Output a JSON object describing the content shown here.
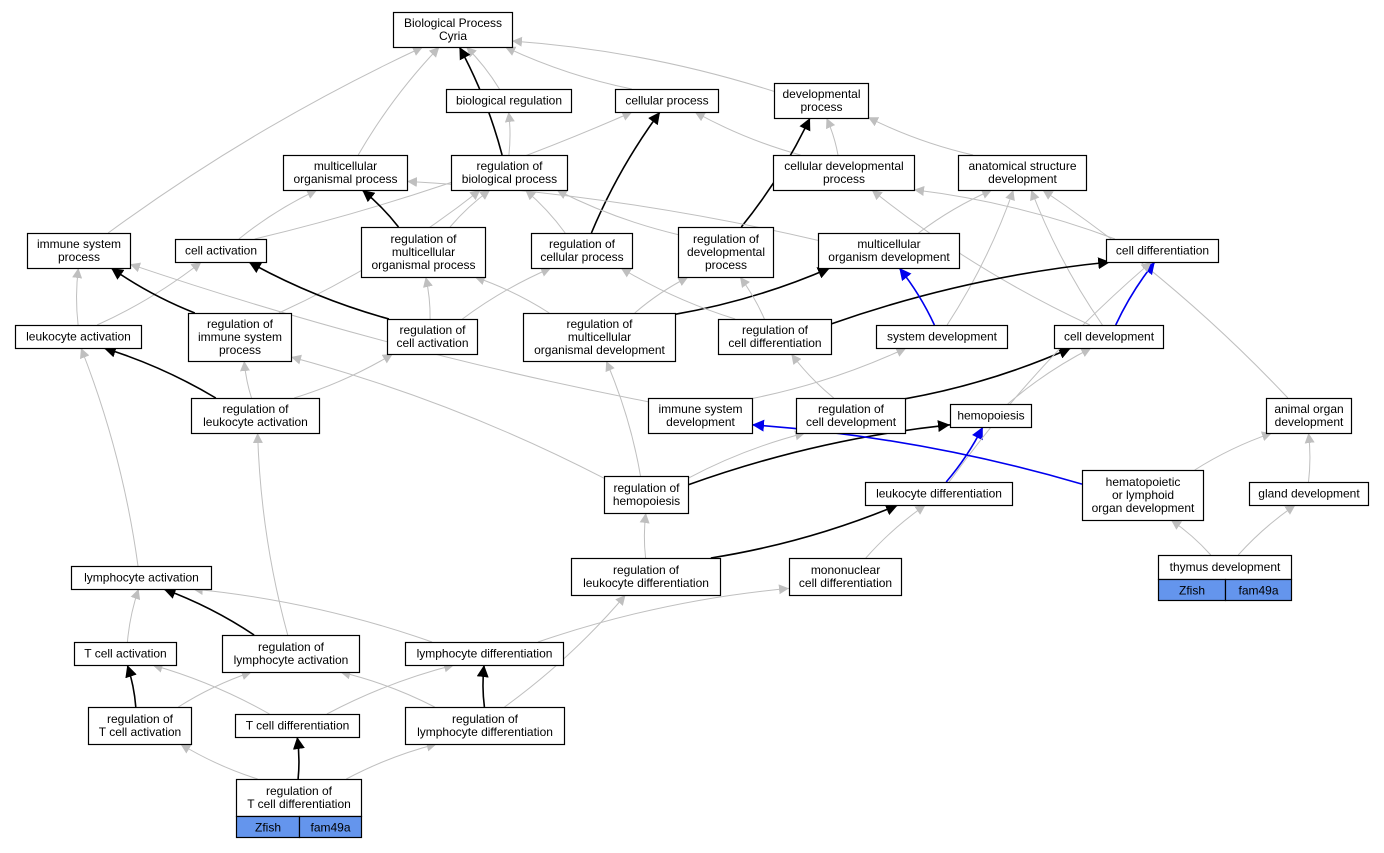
{
  "colors": {
    "gray_edge": "#bfbfbf",
    "black_edge": "#000000",
    "blue_edge": "#0000ee",
    "node_border": "#000000",
    "annotation_fill": "#6495ed"
  },
  "nodes": [
    {
      "id": "bp",
      "lines": [
        "Biological Process",
        "Cyria"
      ]
    },
    {
      "id": "bioreg",
      "lines": [
        "biological regulation"
      ]
    },
    {
      "id": "cellproc",
      "lines": [
        "cellular process"
      ]
    },
    {
      "id": "devproc",
      "lines": [
        "developmental",
        "process"
      ]
    },
    {
      "id": "mop",
      "lines": [
        "multicellular",
        "organismal process"
      ]
    },
    {
      "id": "regbp",
      "lines": [
        "regulation of",
        "biological process"
      ]
    },
    {
      "id": "celldevproc",
      "lines": [
        "cellular developmental",
        "process"
      ]
    },
    {
      "id": "asd",
      "lines": [
        "anatomical structure",
        "development"
      ]
    },
    {
      "id": "isp",
      "lines": [
        "immune system",
        "process"
      ]
    },
    {
      "id": "cellact",
      "lines": [
        "cell activation"
      ]
    },
    {
      "id": "regmop",
      "lines": [
        "regulation of",
        "multicellular",
        "organismal process"
      ]
    },
    {
      "id": "regcp",
      "lines": [
        "regulation of",
        "cellular process"
      ]
    },
    {
      "id": "regdp",
      "lines": [
        "regulation of",
        "developmental",
        "process"
      ]
    },
    {
      "id": "mod",
      "lines": [
        "multicellular",
        "organism development"
      ]
    },
    {
      "id": "celldiff",
      "lines": [
        "cell differentiation"
      ]
    },
    {
      "id": "leukact",
      "lines": [
        "leukocyte activation"
      ]
    },
    {
      "id": "regisp",
      "lines": [
        "regulation of",
        "immune system",
        "process"
      ]
    },
    {
      "id": "regcellact",
      "lines": [
        "regulation of",
        "cell activation"
      ]
    },
    {
      "id": "regmod",
      "lines": [
        "regulation of",
        "multicellular",
        "organismal development"
      ]
    },
    {
      "id": "regcelldiff",
      "lines": [
        "regulation of",
        "cell differentiation"
      ]
    },
    {
      "id": "sysdev",
      "lines": [
        "system development"
      ]
    },
    {
      "id": "celldev",
      "lines": [
        "cell development"
      ]
    },
    {
      "id": "regleukact",
      "lines": [
        "regulation of",
        "leukocyte activation"
      ]
    },
    {
      "id": "isd",
      "lines": [
        "immune system",
        "development"
      ]
    },
    {
      "id": "regcelldev",
      "lines": [
        "regulation of",
        "cell development"
      ]
    },
    {
      "id": "hemo",
      "lines": [
        "hemopoiesis"
      ]
    },
    {
      "id": "aod",
      "lines": [
        "animal organ",
        "development"
      ]
    },
    {
      "id": "reghemo",
      "lines": [
        "regulation of",
        "hemopoiesis"
      ]
    },
    {
      "id": "leukdiff",
      "lines": [
        "leukocyte differentiation"
      ]
    },
    {
      "id": "hlod",
      "lines": [
        "hematopoietic",
        "or lymphoid",
        "organ development"
      ]
    },
    {
      "id": "glanddev",
      "lines": [
        "gland development"
      ]
    },
    {
      "id": "regleukdiff",
      "lines": [
        "regulation of",
        "leukocyte differentiation"
      ]
    },
    {
      "id": "monodiff",
      "lines": [
        "mononuclear",
        "cell differentiation"
      ]
    },
    {
      "id": "thymus",
      "lines": [
        "thymus development"
      ],
      "annotations": [
        "Zfish",
        "fam49a"
      ]
    },
    {
      "id": "lymphact",
      "lines": [
        "lymphocyte activation"
      ]
    },
    {
      "id": "tcellact",
      "lines": [
        "T cell activation"
      ]
    },
    {
      "id": "reglymphact",
      "lines": [
        "regulation of",
        "lymphocyte activation"
      ]
    },
    {
      "id": "lymphdiff",
      "lines": [
        "lymphocyte differentiation"
      ]
    },
    {
      "id": "regtcellact",
      "lines": [
        "regulation of",
        "T cell activation"
      ]
    },
    {
      "id": "tcelldiff",
      "lines": [
        "T cell differentiation"
      ]
    },
    {
      "id": "reglymphdiff",
      "lines": [
        "regulation of",
        "lymphocyte differentiation"
      ]
    },
    {
      "id": "regtcelldiff",
      "lines": [
        "regulation of",
        "T cell differentiation"
      ],
      "annotations": [
        "Zfish",
        "fam49a"
      ]
    }
  ],
  "edges": [
    {
      "from": "bioreg",
      "to": "bp",
      "type": "gray"
    },
    {
      "from": "cellproc",
      "to": "bp",
      "type": "gray"
    },
    {
      "from": "devproc",
      "to": "bp",
      "type": "gray"
    },
    {
      "from": "mop",
      "to": "bp",
      "type": "gray"
    },
    {
      "from": "regbp",
      "to": "bp",
      "type": "black"
    },
    {
      "from": "isp",
      "to": "bp",
      "type": "gray"
    },
    {
      "from": "regbp",
      "to": "bioreg",
      "type": "gray"
    },
    {
      "from": "celldevproc",
      "to": "cellproc",
      "type": "gray"
    },
    {
      "from": "celldevproc",
      "to": "devproc",
      "type": "gray"
    },
    {
      "from": "asd",
      "to": "devproc",
      "type": "gray"
    },
    {
      "from": "cellact",
      "to": "cellproc",
      "type": "gray"
    },
    {
      "from": "regcp",
      "to": "cellproc",
      "type": "black"
    },
    {
      "from": "regdp",
      "to": "devproc",
      "type": "black"
    },
    {
      "from": "cellact",
      "to": "mop",
      "type": "gray"
    },
    {
      "from": "regmop",
      "to": "mop",
      "type": "black"
    },
    {
      "from": "regmop",
      "to": "regbp",
      "type": "gray"
    },
    {
      "from": "regcp",
      "to": "regbp",
      "type": "gray"
    },
    {
      "from": "regdp",
      "to": "regbp",
      "type": "gray"
    },
    {
      "from": "mod",
      "to": "mop",
      "type": "gray"
    },
    {
      "from": "mod",
      "to": "asd",
      "type": "gray"
    },
    {
      "from": "celldiff",
      "to": "celldevproc",
      "type": "gray"
    },
    {
      "from": "celldev",
      "to": "celldevproc",
      "type": "gray"
    },
    {
      "from": "sysdev",
      "to": "asd",
      "type": "gray"
    },
    {
      "from": "celldev",
      "to": "asd",
      "type": "gray"
    },
    {
      "from": "aod",
      "to": "asd",
      "type": "gray"
    },
    {
      "from": "leukact",
      "to": "isp",
      "type": "gray"
    },
    {
      "from": "leukact",
      "to": "cellact",
      "type": "gray"
    },
    {
      "from": "regisp",
      "to": "isp",
      "type": "black"
    },
    {
      "from": "regisp",
      "to": "regbp",
      "type": "gray"
    },
    {
      "from": "regcellact",
      "to": "cellact",
      "type": "black"
    },
    {
      "from": "regcellact",
      "to": "regmop",
      "type": "gray"
    },
    {
      "from": "regcellact",
      "to": "regcp",
      "type": "gray"
    },
    {
      "from": "regmod",
      "to": "regmop",
      "type": "gray"
    },
    {
      "from": "regmod",
      "to": "regdp",
      "type": "gray"
    },
    {
      "from": "regmod",
      "to": "mod",
      "type": "black"
    },
    {
      "from": "regcelldiff",
      "to": "regcp",
      "type": "gray"
    },
    {
      "from": "regcelldiff",
      "to": "regdp",
      "type": "gray"
    },
    {
      "from": "regcelldiff",
      "to": "celldiff",
      "type": "black"
    },
    {
      "from": "sysdev",
      "to": "mod",
      "type": "blue"
    },
    {
      "from": "celldev",
      "to": "celldiff",
      "type": "blue"
    },
    {
      "from": "regleukact",
      "to": "leukact",
      "type": "black"
    },
    {
      "from": "regleukact",
      "to": "regisp",
      "type": "gray"
    },
    {
      "from": "regleukact",
      "to": "regcellact",
      "type": "gray"
    },
    {
      "from": "isd",
      "to": "isp",
      "type": "gray"
    },
    {
      "from": "isd",
      "to": "sysdev",
      "type": "gray"
    },
    {
      "from": "regcelldev",
      "to": "regcelldiff",
      "type": "gray"
    },
    {
      "from": "regcelldev",
      "to": "celldev",
      "type": "black"
    },
    {
      "from": "hemo",
      "to": "celldev",
      "type": "gray"
    },
    {
      "from": "reghemo",
      "to": "regmod",
      "type": "gray"
    },
    {
      "from": "reghemo",
      "to": "regcelldev",
      "type": "gray"
    },
    {
      "from": "reghemo",
      "to": "regisp",
      "type": "gray"
    },
    {
      "from": "reghemo",
      "to": "hemo",
      "type": "black"
    },
    {
      "from": "leukdiff",
      "to": "hemo",
      "type": "blue"
    },
    {
      "from": "leukdiff",
      "to": "celldiff",
      "type": "gray"
    },
    {
      "from": "hlod",
      "to": "isd",
      "type": "blue"
    },
    {
      "from": "hlod",
      "to": "aod",
      "type": "gray"
    },
    {
      "from": "glanddev",
      "to": "aod",
      "type": "gray"
    },
    {
      "from": "regleukdiff",
      "to": "reghemo",
      "type": "gray"
    },
    {
      "from": "regleukdiff",
      "to": "leukdiff",
      "type": "black"
    },
    {
      "from": "monodiff",
      "to": "leukdiff",
      "type": "gray"
    },
    {
      "from": "thymus",
      "to": "hlod",
      "type": "gray"
    },
    {
      "from": "thymus",
      "to": "glanddev",
      "type": "gray"
    },
    {
      "from": "lymphact",
      "to": "leukact",
      "type": "gray"
    },
    {
      "from": "tcellact",
      "to": "lymphact",
      "type": "gray"
    },
    {
      "from": "reglymphact",
      "to": "lymphact",
      "type": "black"
    },
    {
      "from": "reglymphact",
      "to": "regleukact",
      "type": "gray"
    },
    {
      "from": "lymphdiff",
      "to": "lymphact",
      "type": "gray"
    },
    {
      "from": "lymphdiff",
      "to": "monodiff",
      "type": "gray"
    },
    {
      "from": "regtcellact",
      "to": "tcellact",
      "type": "black"
    },
    {
      "from": "regtcellact",
      "to": "reglymphact",
      "type": "gray"
    },
    {
      "from": "tcelldiff",
      "to": "tcellact",
      "type": "gray"
    },
    {
      "from": "tcelldiff",
      "to": "lymphdiff",
      "type": "gray"
    },
    {
      "from": "reglymphdiff",
      "to": "reglymphact",
      "type": "gray"
    },
    {
      "from": "reglymphdiff",
      "to": "lymphdiff",
      "type": "black"
    },
    {
      "from": "reglymphdiff",
      "to": "regleukdiff",
      "type": "gray"
    },
    {
      "from": "regtcelldiff",
      "to": "regtcellact",
      "type": "gray"
    },
    {
      "from": "regtcelldiff",
      "to": "tcelldiff",
      "type": "black"
    },
    {
      "from": "regtcelldiff",
      "to": "reglymphdiff",
      "type": "gray"
    }
  ]
}
